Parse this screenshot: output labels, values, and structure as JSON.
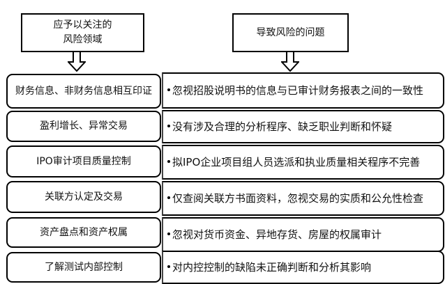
{
  "headers": {
    "left": "应予以关注的\n风险领域",
    "left_line1": "应予以关注的",
    "left_line2": "风险领域",
    "right": "导致风险的问题"
  },
  "rows": [
    {
      "area": "财务信息、非财务信息相互印证",
      "problem": "忽视招股说明书的信息与已审计财务报表之间的一致性"
    },
    {
      "area": "盈利增长、异常交易",
      "problem": "没有涉及合理的分析程序、缺乏职业判断和怀疑"
    },
    {
      "area": "IPO审计项目质量控制",
      "problem": "拟IPO企业项目组人员选派和执业质量相关程序不完善"
    },
    {
      "area": "关联方认定及交易",
      "problem": "仅查阅关联方书面资料，忽视交易的实质和公允性检查"
    },
    {
      "area": "资产盘点和资产权属",
      "problem": "忽视对货币资金、异地存货、房屋的权属审计"
    },
    {
      "area": "了解测试内部控制",
      "problem": "对内控控制的缺陷未正确判断和分析其影响"
    }
  ],
  "icons": {
    "arrow": "down-arrow-icon",
    "bullet": "bullet-icon"
  },
  "colors": {
    "stroke": "#000000",
    "background": "#ffffff"
  }
}
